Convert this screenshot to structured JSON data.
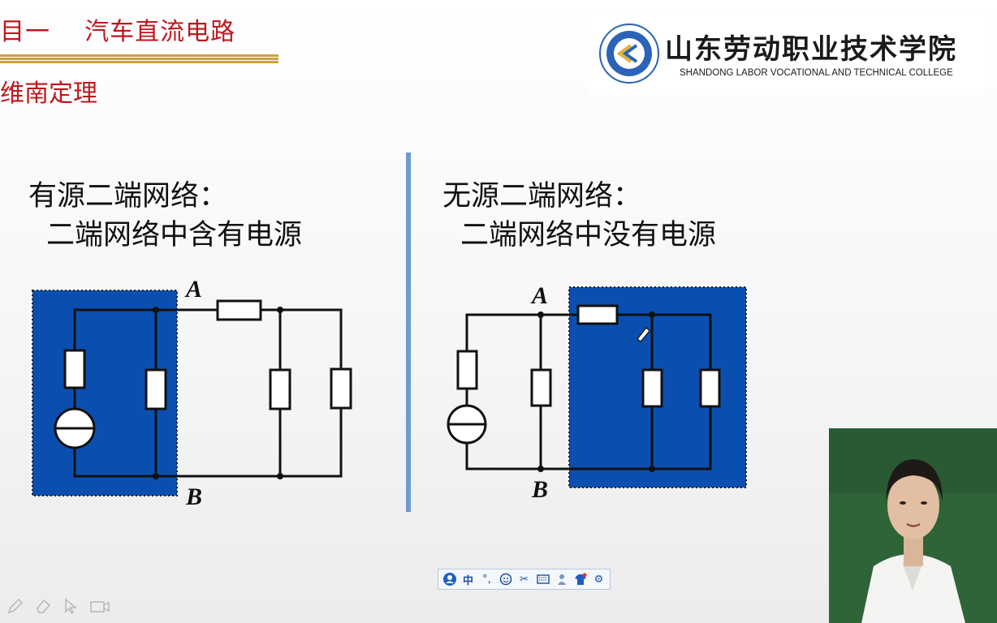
{
  "header": {
    "title": "目一    汽车直流电路",
    "section": "维南定理"
  },
  "logo": {
    "name": "山东劳动职业技术学院",
    "english": "SHANDONG LABOR VOCATIONAL AND TECHNICAL COLLEGE"
  },
  "left_panel": {
    "heading": "有源二端网络：",
    "description": "二端网络中含有电源",
    "node_a": "A",
    "node_b": "B"
  },
  "right_panel": {
    "heading": "无源二端网络：",
    "description": "二端网络中没有电源",
    "node_a": "A",
    "node_b": "B"
  },
  "colors": {
    "title_red": "#c0171c",
    "rule_gold": "#c9a14a",
    "network_blue": "#0a4fb0",
    "divider_blue": "#6d9bd2"
  },
  "ime_toolbar": {
    "items": [
      "user-icon",
      "中",
      "°,",
      "emoji-icon",
      "scissors-icon",
      "keyboard-icon",
      "person-icon",
      "shirt-icon",
      "gear-icon"
    ]
  },
  "pen_tools": [
    "pen-icon",
    "eraser-icon",
    "pointer-icon",
    "camera-icon"
  ]
}
